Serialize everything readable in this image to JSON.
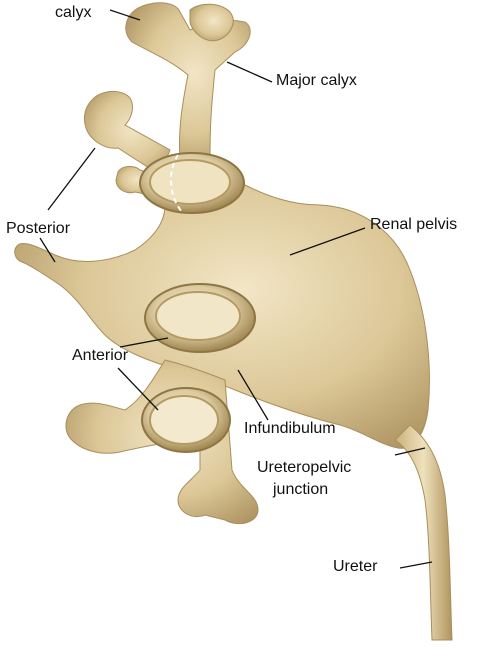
{
  "diagram": {
    "labels": {
      "calyx": "calyx",
      "major_calyx": "Major calyx",
      "posterior": "Posterior",
      "renal_pelvis": "Renal pelvis",
      "anterior": "Anterior",
      "infundibulum": "Infundibulum",
      "ureteropelvic_line1": "Ureteropelvic",
      "ureteropelvic_line2": "junction",
      "ureter": "Ureter"
    },
    "colors": {
      "tissue_fill": "#d8c393",
      "tissue_light": "#efe2bf",
      "tissue_shadow": "#a88f5c",
      "ring": "#b39b63",
      "label_line": "#111111",
      "background": "#ffffff"
    }
  }
}
